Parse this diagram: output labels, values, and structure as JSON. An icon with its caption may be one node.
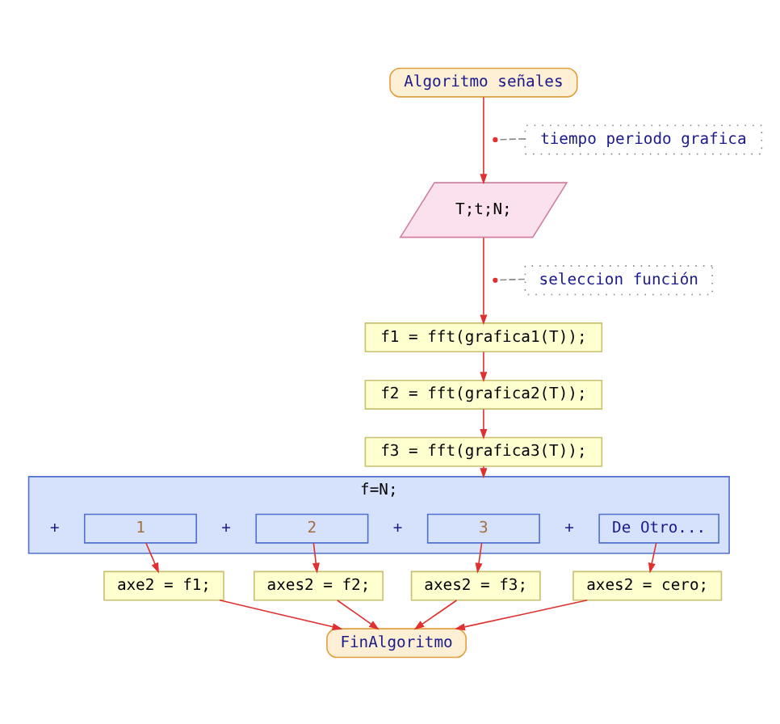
{
  "diagram": {
    "nodes": [
      {
        "text": [
          "Algoritmo señales"
        ]
      },
      {
        "text": [
          "tiempo periodo grafica"
        ]
      },
      {
        "text": [
          "T;t;N;"
        ]
      },
      {
        "text": [
          "seleccion función"
        ]
      },
      {
        "text": [
          "f1 = fft(grafica1(T));"
        ]
      },
      {
        "text": [
          "f2 = fft(grafica2(T));"
        ]
      },
      {
        "text": [
          "f3 = fft(grafica3(T));"
        ]
      },
      {
        "text": [
          "f=N;"
        ]
      },
      {
        "text": [
          "1"
        ],
        "in": 7
      },
      {
        "text": [
          "2"
        ],
        "in": 7
      },
      {
        "text": [
          "3"
        ],
        "in": 7
      },
      {
        "text": [
          "De Otro..."
        ],
        "in": 7
      },
      {
        "text": [
          "axe2 = f1;"
        ]
      },
      {
        "text": [
          "axes2 = f2;"
        ]
      },
      {
        "text": [
          "axes2 = f3;"
        ]
      },
      {
        "text": [
          "axes2 = cero;"
        ]
      },
      {
        "text": [
          "FinAlgoritmo"
        ]
      }
    ],
    "edges": [
      {
        "from": 0,
        "to": 2,
        "arrow": "to"
      },
      {
        "from": 1,
        "to": null,
        "arrow": "none",
        "style": "dashed",
        "color": "#888888"
      },
      {
        "from": 2,
        "to": 4,
        "arrow": "to"
      },
      {
        "from": 3,
        "to": null,
        "arrow": "none",
        "style": "dashed",
        "color": "#888888"
      },
      {
        "from": 4,
        "to": 5,
        "arrow": "to"
      },
      {
        "from": 5,
        "to": 6,
        "arrow": "to"
      },
      {
        "from": 6,
        "to": 7,
        "arrow": "to"
      },
      {
        "from": 8,
        "to": 12,
        "arrow": "to"
      },
      {
        "from": 9,
        "to": 13,
        "arrow": "to"
      },
      {
        "from": 10,
        "to": 14,
        "arrow": "to"
      },
      {
        "from": 11,
        "to": 15,
        "arrow": "to"
      },
      {
        "from": 12,
        "to": 16,
        "arrow": "to"
      },
      {
        "from": 13,
        "to": 16,
        "arrow": "to"
      },
      {
        "from": 14,
        "to": 16,
        "arrow": "to"
      },
      {
        "from": 15,
        "to": 16,
        "arrow": "to"
      }
    ],
    "labels": [
      "+",
      "+",
      "+",
      "+"
    ]
  }
}
